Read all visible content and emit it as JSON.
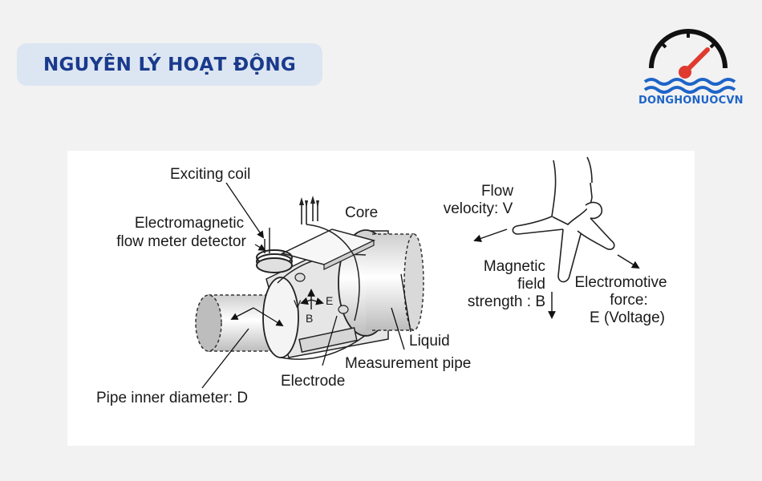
{
  "header": {
    "title": "NGUYÊN LÝ HOẠT ĐỘNG"
  },
  "logo": {
    "text": "DONGHONUOCVN",
    "gauge_color": "#111111",
    "needle_color": "#e03a2f",
    "wave_color": "#1e64c8"
  },
  "diagram": {
    "labels": {
      "exciting_coil": "Exciting coil",
      "detector_line1": "Electromagnetic",
      "detector_line2": "flow meter detector",
      "core": "Core",
      "liquid": "Liquid",
      "measurement_pipe": "Measurement pipe",
      "electrode": "Electrode",
      "pipe_diameter": "Pipe inner diameter: D",
      "axis_v": "V",
      "axis_e": "E",
      "axis_b": "B"
    },
    "hand": {
      "flow_line1": "Flow",
      "flow_line2": "velocity: V",
      "magnetic_line1": "Magnetic",
      "magnetic_line2": "field",
      "magnetic_line3": "strength : B",
      "emf_line1": "Electromotive",
      "emf_line2": "force:",
      "emf_line3": "E (Voltage)"
    }
  }
}
